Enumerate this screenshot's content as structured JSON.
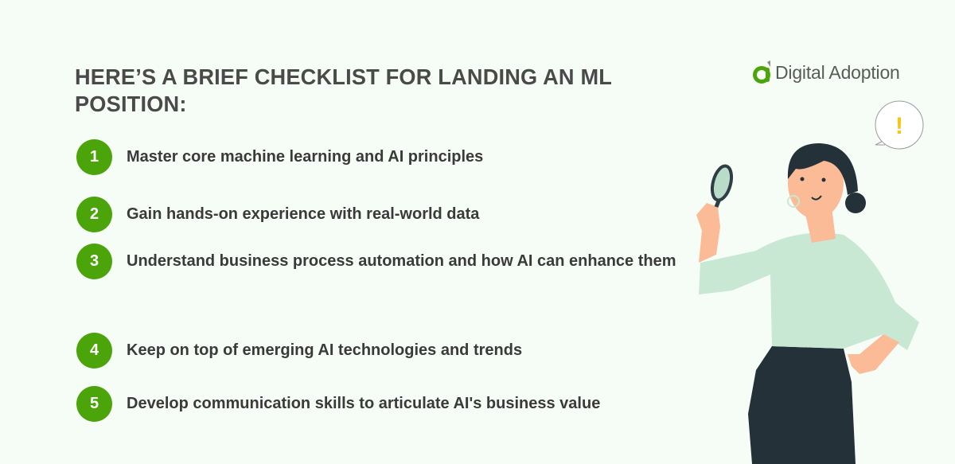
{
  "header": {
    "title": "HERE’S A BRIEF CHECKLIST FOR LANDING AN ML POSITION:"
  },
  "brand": {
    "logo_icon": "digital-adoption-logo-icon",
    "name": "Digital Adoption",
    "accent_color": "#4ca40b"
  },
  "checklist": {
    "items": [
      {
        "number": "1",
        "text": "Master core machine learning and AI principles"
      },
      {
        "number": "2",
        "text": "Gain hands-on experience with real-world data"
      },
      {
        "number": "3",
        "text": "Understand business process automation and how AI can enhance them"
      },
      {
        "number": "4",
        "text": "Keep on top of emerging AI technologies and trends"
      },
      {
        "number": "5",
        "text": "Develop communication skills to articulate AI's business value"
      }
    ]
  },
  "illustration": {
    "subject": "woman-with-magnifying-glass",
    "speech_bubble_symbol": "!"
  }
}
